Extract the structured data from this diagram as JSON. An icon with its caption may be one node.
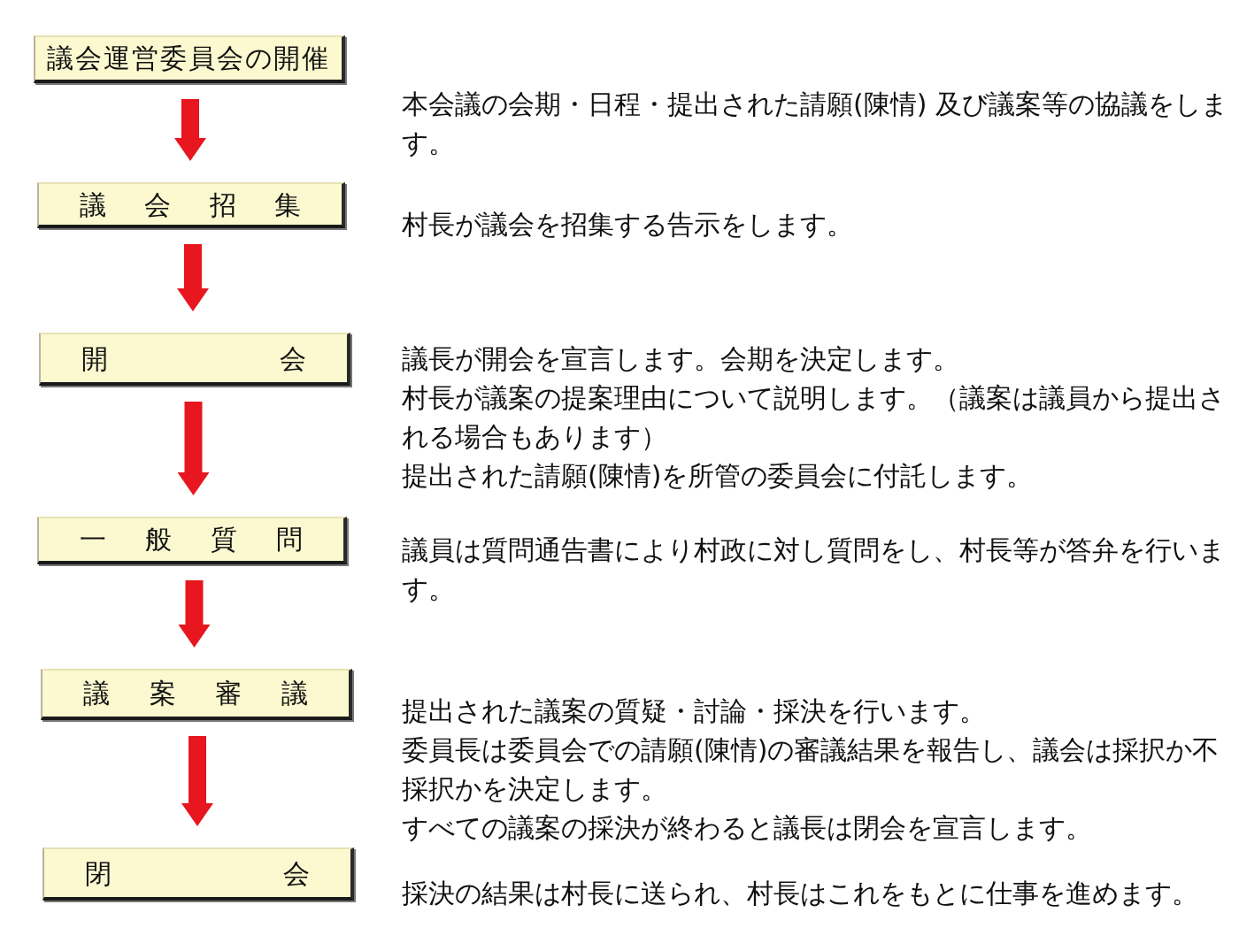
{
  "diagram": {
    "nodes": [
      {
        "text": [
          "議会運営委員会の開催"
        ],
        "beside": [
          "本会議の会期・日程・提出された請願(陳情) 及び議案等の協議をします。"
        ]
      },
      {
        "text": [
          "議 会 招 集"
        ],
        "beside": [
          "村長が議会を招集する告示をします。"
        ]
      },
      {
        "text": [
          "開 会"
        ],
        "beside": [
          "議長が開会を宣言します。会期を決定します。",
          "村長が議案の提案理由について説明します。（議案は議員から提出される場合もあります）",
          "提出された請願(陳情)を所管の委員会に付託します。"
        ]
      },
      {
        "text": [
          "一 般 質 問"
        ],
        "beside": [
          "議員は質問通告書により村政に対し質問をし、村長等が答弁を行います。"
        ]
      },
      {
        "text": [
          "議 案 審 議"
        ],
        "beside": [
          "提出された議案の質疑・討論・採決を行います。",
          "委員長は委員会での請願(陳情)の審議結果を報告し、議会は採択か不採択かを決定します。",
          "すべての議案の採決が終わると議長は閉会を宣言します。"
        ]
      },
      {
        "text": [
          "閉 会"
        ],
        "beside": [
          "採決の結果は村長に送られ、村長はこれをもとに仕事を進めます。"
        ]
      }
    ],
    "edges": [
      {
        "from": 0,
        "to": 1,
        "arrow": "to"
      },
      {
        "from": 1,
        "to": 2,
        "arrow": "to"
      },
      {
        "from": 2,
        "to": 3,
        "arrow": "to"
      },
      {
        "from": 3,
        "to": 4,
        "arrow": "to"
      },
      {
        "from": 4,
        "to": 5,
        "arrow": "to"
      }
    ]
  }
}
